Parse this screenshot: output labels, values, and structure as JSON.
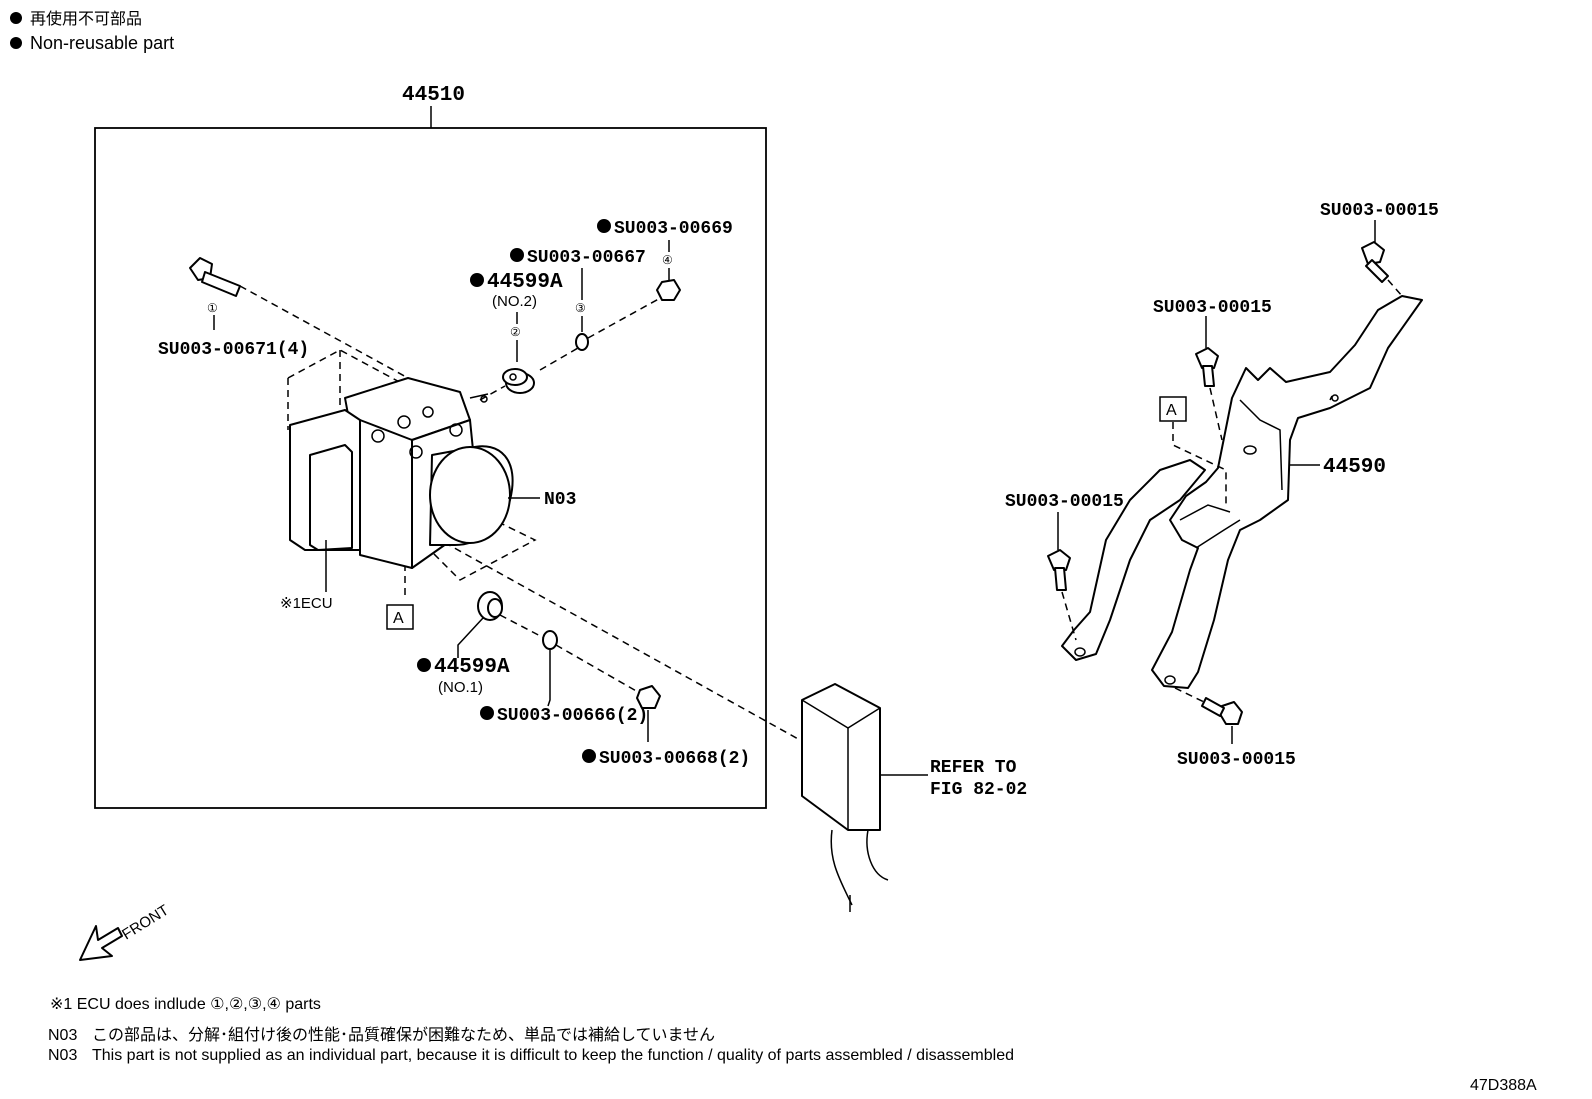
{
  "legend": {
    "ja": "再使用不可部品",
    "en": "Non-reusable part"
  },
  "labels": {
    "assy": "44510",
    "bracket": "44590",
    "bolt_abs": "SU003-00671(4)",
    "washer_3": "SU003-00667",
    "nut_4": "SU003-00669",
    "grommet_no2": "44599A",
    "grommet_no2_sub": "(NO.2)",
    "grommet_no1": "44599A",
    "grommet_no1_sub": "(NO.1)",
    "washer_no1": "SU003-00666(2)",
    "nut_no1": "SU003-00668(2)",
    "n03": "N03",
    "ecu": "※1ECU",
    "ref_a": "A",
    "refer_to": "REFER TO",
    "refer_fig": "FIG 82-02",
    "bracket_bolt_top": "SU003-00015",
    "bracket_bolt_mid": "SU003-00015",
    "bracket_bolt_left": "SU003-00015",
    "bracket_bolt_bottom": "SU003-00015",
    "front": "FRONT",
    "c1": "①",
    "c2": "②",
    "c3": "③",
    "c4": "④"
  },
  "notes": {
    "ecu_note": "※1 ECU does indlude ①,②,③,④ parts",
    "n03_ja_code": "N03",
    "n03_ja": "この部品は、分解･組付け後の性能･品質確保が困難なため、単品では補給していません",
    "n03_en_code": "N03",
    "n03_en": "This part is not supplied as an individual part, because it is difficult to keep the function / quality of parts  assembled / disassembled"
  },
  "figure_id": "47D388A"
}
